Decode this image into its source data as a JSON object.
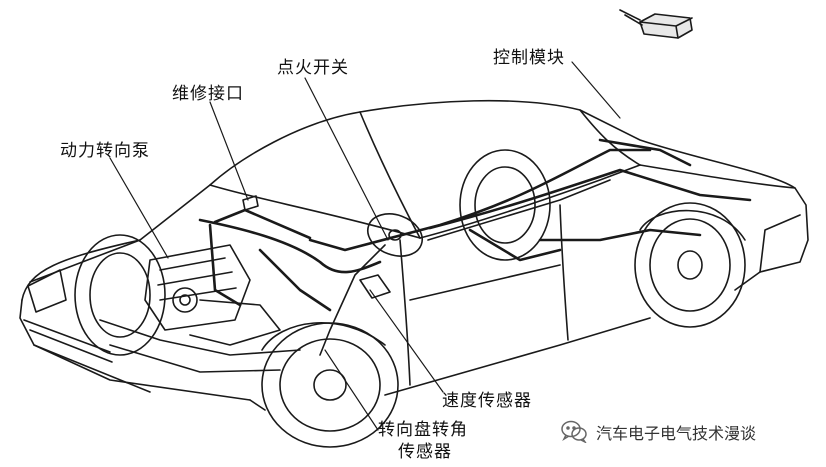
{
  "labels": {
    "ignition_switch": "点火开关",
    "control_module": "控制模块",
    "service_port": "维修接口",
    "power_steering_pump": "动力转向泵",
    "speed_sensor": "速度传感器",
    "steering_angle_sensor_line1": "转向盘转角",
    "steering_angle_sensor_line2": "传感器"
  },
  "watermark": {
    "icon": "wechat-icon",
    "text": "汽车电子电气技术漫谈"
  },
  "colors": {
    "line": "#1a1a1a",
    "background": "#ffffff"
  }
}
